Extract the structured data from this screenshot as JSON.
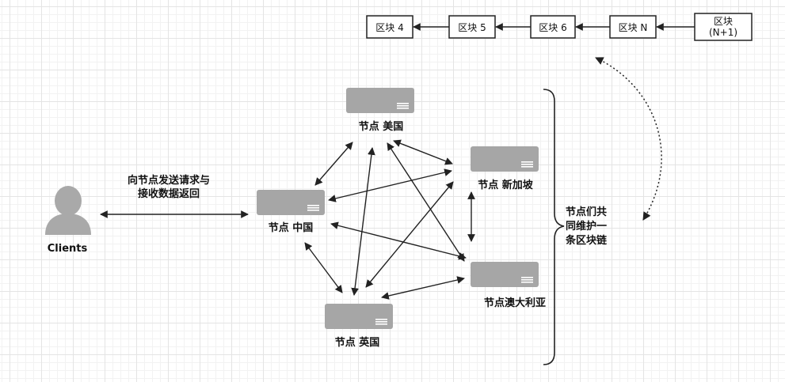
{
  "blocks": [
    "区块 4",
    "区块 5",
    "区块 6",
    "区块 N"
  ],
  "last_block": [
    "区块",
    "(N+1)"
  ],
  "nodes": [
    {
      "id": "usa",
      "label": "节点 美国"
    },
    {
      "id": "sg",
      "label": "节点 新加坡"
    },
    {
      "id": "cn",
      "label": "节点 中国"
    },
    {
      "id": "au",
      "label": "节点澳大利亚"
    },
    {
      "id": "uk",
      "label": "节点 英国"
    }
  ],
  "client": {
    "label": "Clients"
  },
  "request_note": [
    "向节点发送请求与",
    "接收数据返回"
  ],
  "brace_note": [
    "节点们共",
    "同维护一",
    "条区块链"
  ],
  "connections": [
    [
      "usa",
      "sg"
    ],
    [
      "usa",
      "cn"
    ],
    [
      "usa",
      "au"
    ],
    [
      "usa",
      "uk"
    ],
    [
      "sg",
      "cn"
    ],
    [
      "sg",
      "au"
    ],
    [
      "sg",
      "uk"
    ],
    [
      "cn",
      "au"
    ],
    [
      "cn",
      "uk"
    ],
    [
      "au",
      "uk"
    ]
  ]
}
